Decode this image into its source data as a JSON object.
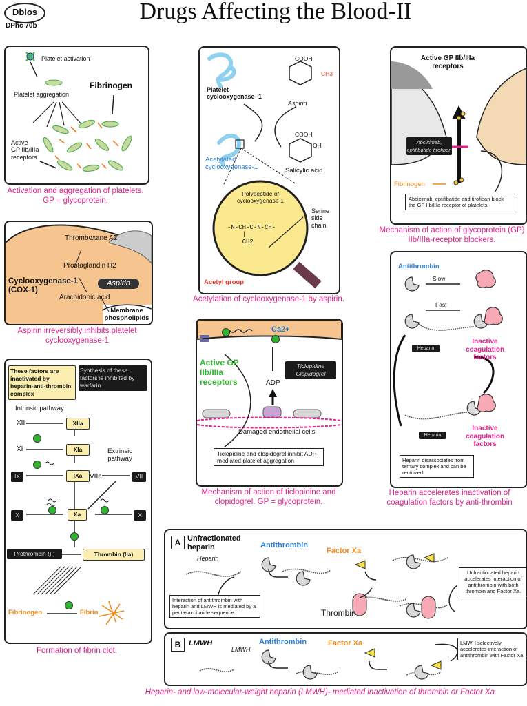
{
  "header": {
    "logo": "Dbios",
    "code": "DPhc 70b",
    "title": "Drugs Affecting the Blood-II"
  },
  "p1": {
    "platelet_activation": "Platelet activation",
    "platelet_aggregation": "Platelet aggregation",
    "fibrinogen": "Fibrinogen",
    "active_gp": "Active\nGP IIb/IIIa\nreceptors",
    "caption": "Activation and aggregation of platelets. GP = glycoprotein."
  },
  "p2": {
    "thromboxane": "Thromboxane A2",
    "prostaglandin": "Prostaglandin H2",
    "cox1": "Cyclooxygenase-1 (COX-1)",
    "aspirin": "Aspirin",
    "arachidonic": "Arachidonic acid",
    "membrane": "Membrane phospholipids",
    "caption": "Aspirin irreversibly inhibits platelet cyclooxygenase-1"
  },
  "p3": {
    "platelet_cox": "Platelet cyclooxygenase -1",
    "aspirin": "Aspirin",
    "cooh1": "COOH",
    "ch3": "CH3",
    "acetylated": "Acetylated cyclooxygenase-1",
    "cooh2": "COOH",
    "oh": "OH",
    "salicylic": "Salicylic acid",
    "polypeptide": "Polypeptide of cyclooxygenase-1",
    "serine": "Serine side chain",
    "acetyl_group": "Acetyl group",
    "caption": "Acetylation of cyclooxygenase-1 by aspirin."
  },
  "p4": {
    "active_gp": "Active GP IIb/IIIa receptors",
    "drugs_box": "Abciximab, eptifibatide tirofiban",
    "fibrinogen": "Fibrinogen",
    "note": "Abciximab, eptifibatide and tirofiban block the GP IIb/IIIa receptor of platelets.",
    "caption": "Mechanism of action of glycoprotein (GP) IIb/IIIa-receptor blockers."
  },
  "p5": {
    "yellow_box": "These factors are inactivated by heparin-anti-thrombin complex",
    "black_box": "Synthesis of these factors is inhibited by warfarin",
    "intrinsic": "Intrinsic pathway",
    "extrinsic": "Extrinsic pathway",
    "xii": "XII",
    "xiia": "XIIa",
    "xi": "XI",
    "xia": "XIa",
    "ix": "IX",
    "ixa": "IXa",
    "viia": "VIIa",
    "vii": "VII",
    "x_left": "X",
    "xa": "Xa",
    "x_right": "X",
    "prothrombin": "Prothrombin (II)",
    "thrombin": "Thrombin (IIa)",
    "fibrinogen": "Fibrinogen",
    "fibrin": "Fibrin",
    "caption": "Formation of fibrin clot."
  },
  "p6": {
    "ca": "Ca2+",
    "active_gp": "Active GP IIb/IIIa receptors",
    "drugs_box": "Ticlopidine Clopidogrel",
    "adp": "ADP",
    "damaged": "Damaged endothelial cells",
    "note": "Ticlopidine and clopidogrel inhibit ADP-mediated platelet aggregation",
    "caption": "Mechanism of action of ticlopidine and clopidogrel. GP = glycoprotein."
  },
  "p7": {
    "antithrombin": "Antithrombin",
    "slow": "Slow",
    "fast": "Fast",
    "heparin_box1": "Heparin",
    "inactive1": "Inactive coagulation factors",
    "heparin_box2": "Heparin",
    "inactive2": "Inactive coagulation factors",
    "note": "Heparin disassociates from ternary complex and can be reutilized.",
    "caption": "Heparin accelerates inactivation of coagulation factors by anti-thrombin"
  },
  "p8": {
    "a_label": "A",
    "title": "Unfractionated heparin",
    "heparin": "Heparin",
    "antithrombin": "Antithrombin",
    "factor_xa": "Factor Xa",
    "thrombin": "Thrombin",
    "note_left": "Interaction of antithrombin with heparin and LMWH is mediated by a pentasaccharide sequence.",
    "note_right": "Unfractionated heparin accelerates interaction of antithrombin with both thrombin and Factor Xa."
  },
  "p9": {
    "b_label": "B",
    "title": "LMWH",
    "lmwh": "LMWH",
    "antithrombin": "Antithrombin",
    "factor_xa": "Factor Xa",
    "note": "LMWH selectively accelerates interaction of antithrombin with Factor Xa",
    "caption": "Heparin- and low-molecular-weight heparin (LMWH)- mediated inactivation of thrombin or Factor Xa."
  },
  "colors": {
    "caption": "#e0218a",
    "blue": "#2a7fd4",
    "green": "#2fb52f",
    "orange": "#f08a1e",
    "yellow": "#fbeeb0",
    "peach": "#f6c48f"
  }
}
